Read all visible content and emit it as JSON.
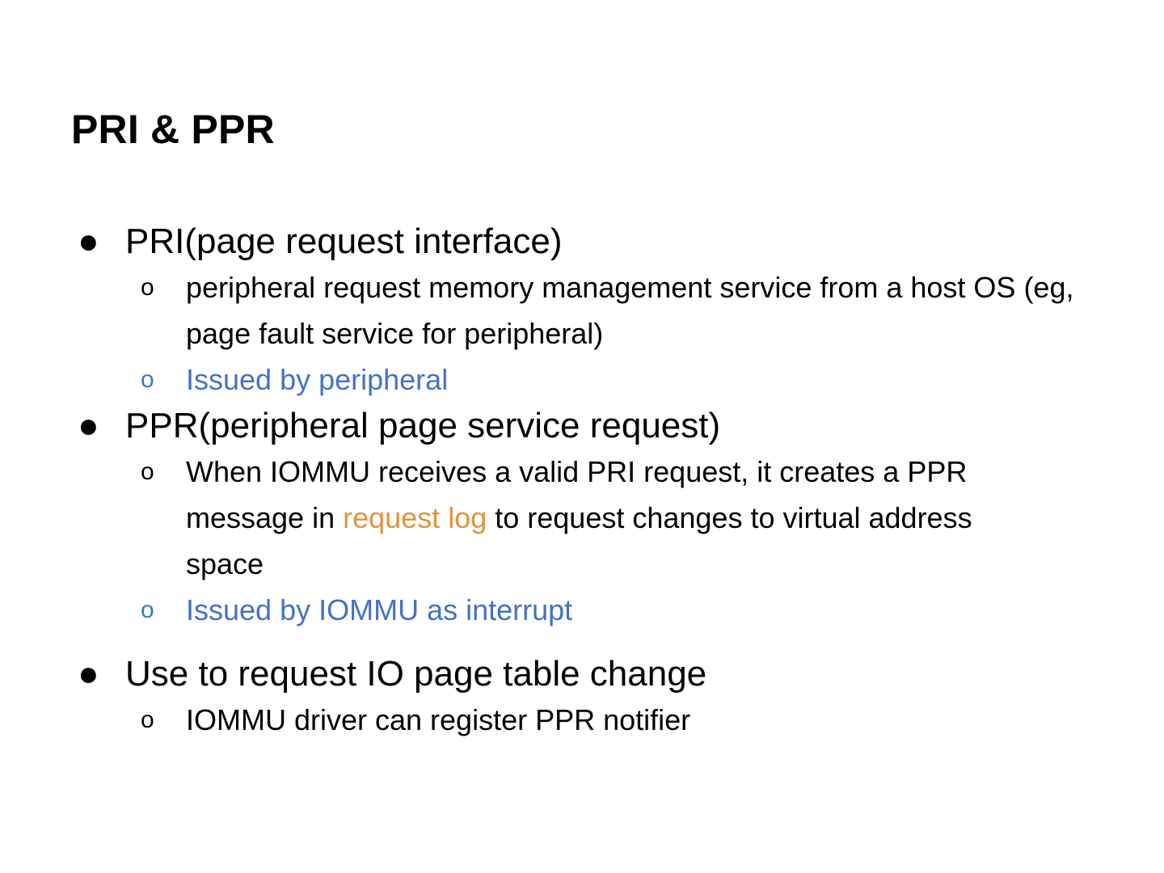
{
  "slide": {
    "title": "PRI & PPR",
    "colors": {
      "text": "#000000",
      "accent_blue": "#4472c4",
      "accent_orange": "#e0943c",
      "background": "#ffffff"
    },
    "markers": {
      "level1": "●",
      "level2": "o"
    },
    "bullets": [
      {
        "level": 1,
        "text": "PRI(page request interface)"
      },
      {
        "level": 2,
        "text": "peripheral request memory management service from a host OS (eg, page fault service for peripheral)"
      },
      {
        "level": 2,
        "text": "Issued by peripheral",
        "color": "blue"
      },
      {
        "level": 1,
        "text": "PPR(peripheral page service request)"
      },
      {
        "level": 2,
        "text_parts": [
          {
            "text": "When IOMMU receives a valid PRI request, it creates a PPR message in ",
            "color": "black"
          },
          {
            "text": "request log",
            "color": "orange"
          },
          {
            "text": " to request changes to virtual address space",
            "color": "black"
          }
        ]
      },
      {
        "level": 2,
        "text": "Issued by IOMMU as interrupt",
        "color": "blue"
      },
      {
        "level": 1,
        "text": "Use to request IO page table change"
      },
      {
        "level": 2,
        "text": "IOMMU driver can register PPR notifier"
      }
    ]
  }
}
